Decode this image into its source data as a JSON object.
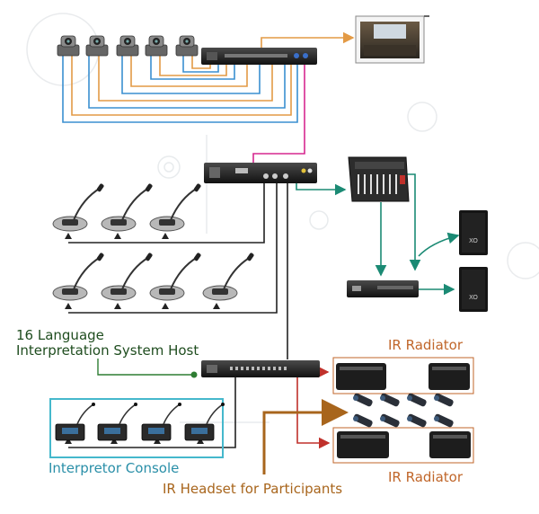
{
  "labels": {
    "host": [
      "16 Language",
      "Interpretation System Host"
    ],
    "ir_radiator_top": "IR Radiator",
    "ir_radiator_bottom": "IR Radiator",
    "interpreter_console": "Interpretor Console",
    "ir_headset": "IR Headset for Participants"
  },
  "colors": {
    "host_label": "#1f4d1f",
    "ir_label": "#c0662a",
    "console_label": "#2a8fa8",
    "headset_label": "#a8651c",
    "line_blue": "#3a8fd0",
    "line_orange": "#e39a45",
    "line_magenta": "#d6288f",
    "line_teal": "#1b8a74",
    "line_red": "#c0312b",
    "line_black": "#222222",
    "line_green": "#2e7d32",
    "line_brown": "#a8651c",
    "console_box": "#45b8cc"
  }
}
